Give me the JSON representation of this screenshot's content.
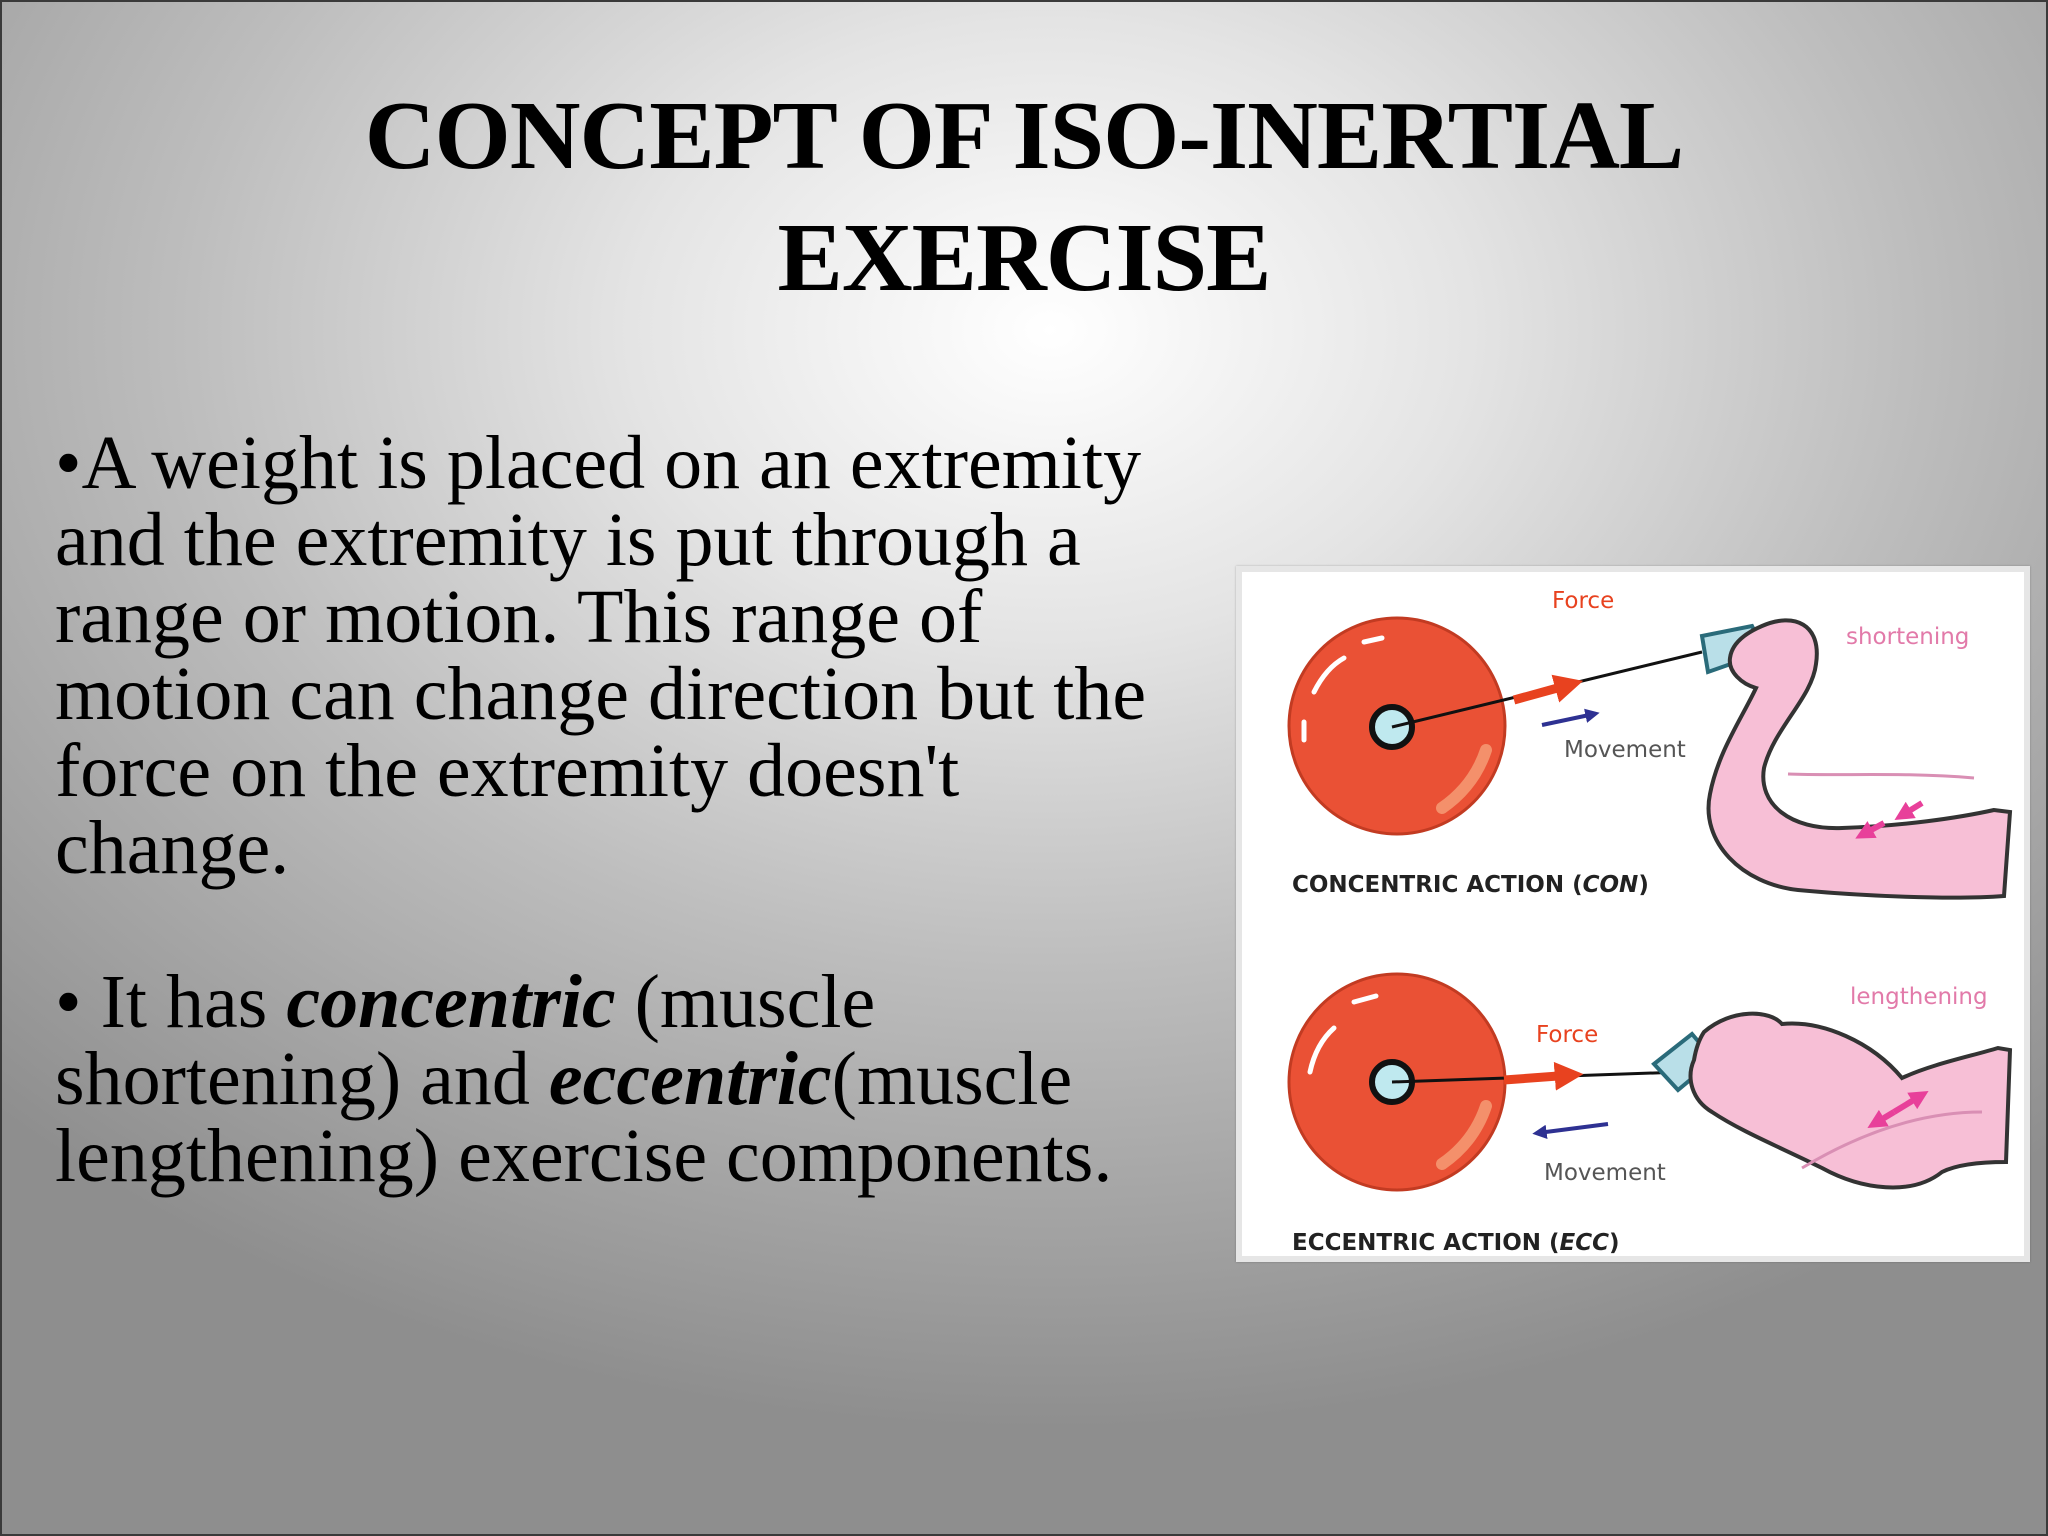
{
  "slide": {
    "title_lines": [
      "CONCEPT OF ISO-INERTIAL",
      "EXERCISE"
    ],
    "bullet1": "•A weight is placed on an extremity  and the extremity is put through a range or motion. This range of motion can change direction but the force on the extremity doesn't change.",
    "bullet2": {
      "p1": "• It has ",
      "em1": "concentric",
      "p2": " (muscle shortening) and ",
      "em2": "eccentric",
      "p3": "(muscle lengthening) exercise components."
    }
  },
  "figure": {
    "concentric": {
      "force_label": "Force",
      "movement_label": "Movement",
      "muscle_label": "shortening",
      "caption_main": "CONCENTRIC ACTION (",
      "caption_abbr": "CON",
      "caption_close": ")"
    },
    "eccentric": {
      "force_label": "Force",
      "movement_label": "Movement",
      "muscle_label": "lengthening",
      "caption_main": "ECCENTRIC ACTION (",
      "caption_abbr": "ECC",
      "caption_close": ")"
    },
    "colors": {
      "wheel": "#ea5135",
      "wheel_edge": "#c23b22",
      "force_arrow": "#e8421f",
      "movement_arrow": "#2e3192",
      "arm": "#f7bfd6",
      "muscle_arrow": "#e8409a",
      "muscle_label": "#e27aa9",
      "label": "#555555",
      "caption": "#222222"
    }
  }
}
